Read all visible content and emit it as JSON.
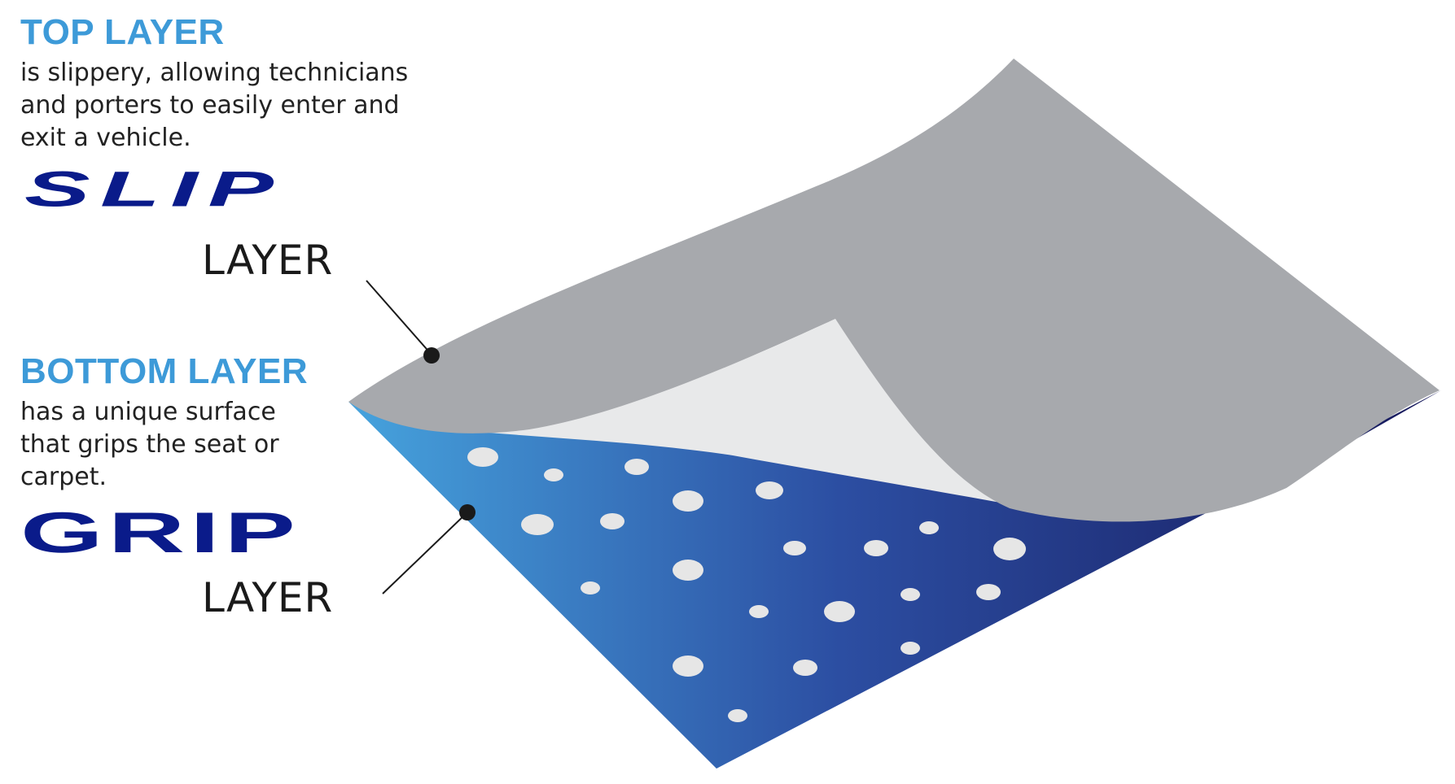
{
  "colors": {
    "heading": "#3d9ad8",
    "brand": "#0a1b8a",
    "top_surface": "#a7a9ad",
    "curl_underside": "#e8e9ea",
    "grip_gradient_start": "#46a3dd",
    "grip_gradient_mid": "#2c4ea2",
    "grip_gradient_end": "#16185a",
    "dot": "#e6e6e6",
    "leader": "#1a1a1a"
  },
  "top_layer": {
    "heading": "TOP LAYER",
    "description_lines": [
      "is slippery, allowing technicians",
      "and porters to easily enter and",
      "exit a vehicle."
    ],
    "brand": "SLIP",
    "layer_word": "LAYER"
  },
  "bottom_layer": {
    "heading": "BOTTOM LAYER",
    "description_lines": [
      "has a unique surface",
      "that grips the seat or",
      "carpet."
    ],
    "brand": "GRIP",
    "layer_word": "LAYER"
  }
}
